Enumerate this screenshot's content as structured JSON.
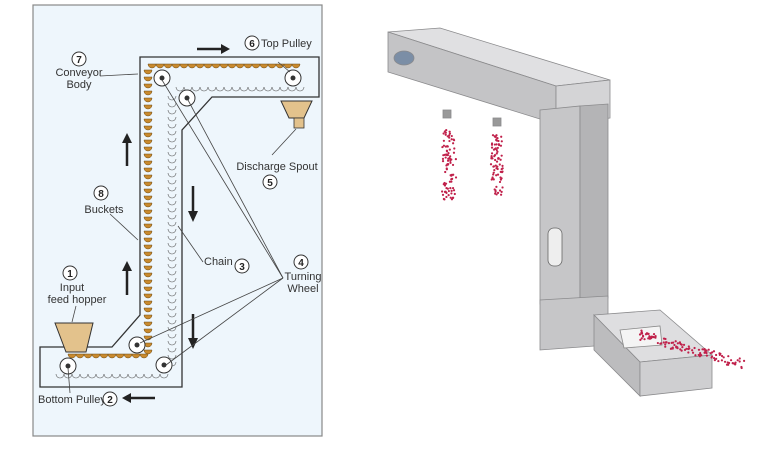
{
  "diagram": {
    "labels": {
      "conveyor_body": {
        "num": "7",
        "line1": "Conveyor",
        "line2": "Body"
      },
      "top_pulley": {
        "num": "6",
        "text": "Top Pulley"
      },
      "discharge_spout": {
        "num": "5",
        "text": "Discharge Spout"
      },
      "buckets": {
        "num": "8",
        "text": "Buckets"
      },
      "chain": {
        "num": "3",
        "text": "Chain"
      },
      "turning_wheel": {
        "num": "4",
        "line1": "Turning",
        "line2": "Wheel"
      },
      "input_hopper": {
        "num": "1",
        "line1": "Input",
        "line2": "feed hopper"
      },
      "bottom_pulley": {
        "num": "2",
        "text": "Bottom Pulley"
      }
    },
    "colors": {
      "panel_bg": "#eef6fc",
      "bucket": "#c98a2e",
      "material": "#e0b36a",
      "particles": "#c0204a",
      "machine": "#c9c9cb"
    }
  }
}
